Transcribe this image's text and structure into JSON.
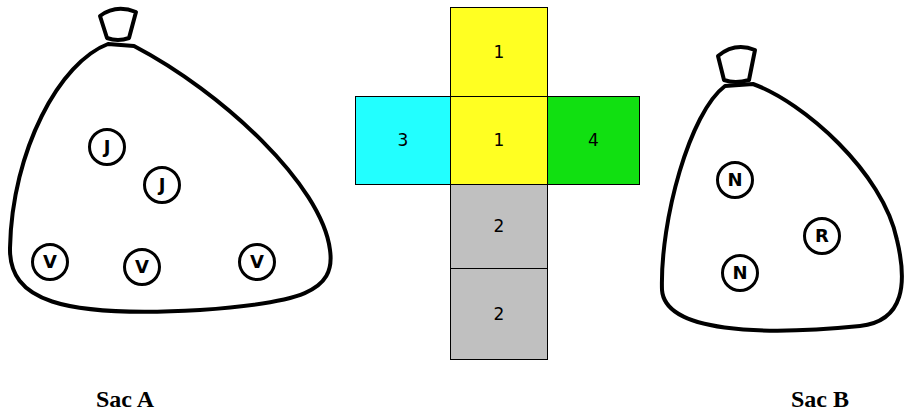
{
  "diagram": {
    "nodes": [
      {
        "text": [
          "Sac A"
        ]
      },
      {
        "text": [
          "J"
        ],
        "in": 0
      },
      {
        "text": [
          "J"
        ],
        "in": 0
      },
      {
        "text": [
          "V"
        ],
        "in": 0
      },
      {
        "text": [
          "V"
        ],
        "in": 0
      },
      {
        "text": [
          "V"
        ],
        "in": 0
      },
      {
        "text": [
          "1"
        ]
      },
      {
        "text": [
          "3"
        ]
      },
      {
        "text": [
          "1"
        ]
      },
      {
        "text": [
          "4"
        ]
      },
      {
        "text": [
          "2"
        ]
      },
      {
        "text": [
          "2"
        ]
      },
      {
        "text": [
          "Sac B"
        ]
      },
      {
        "text": [
          "N"
        ],
        "in": 12
      },
      {
        "text": [
          "R"
        ],
        "in": 12
      },
      {
        "text": [
          "N"
        ],
        "in": 12
      }
    ]
  }
}
